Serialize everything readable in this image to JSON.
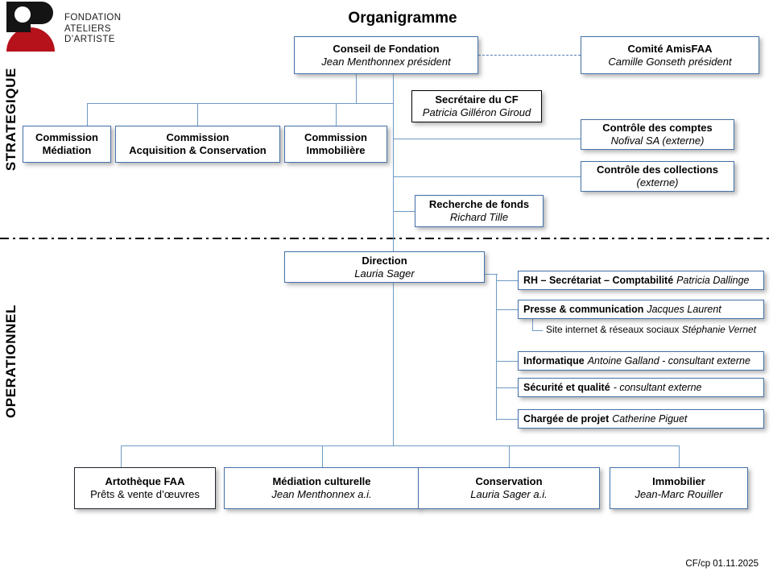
{
  "document": {
    "title": "Organigramme",
    "footer": "CF/cp 01.11.2025"
  },
  "logo": {
    "line1": "FONDATION",
    "line2": "ATELIERS",
    "line3": "D’ARTISTE",
    "full_text": "FONDATION\nATELIERS\nD’ARTISTE",
    "mark_colors": {
      "black": "#141414",
      "red": "#b5121b"
    }
  },
  "sections": {
    "strategique": "STRATEGIQUE",
    "operationnel": "OPERATIONNEL"
  },
  "colors": {
    "box_border_blue": "#4472a8",
    "box_border_dark": "#20262e",
    "connector_blue": "#6e9bc5",
    "text": "#000000"
  },
  "strategic": {
    "conseil": {
      "title": "Conseil de Fondation",
      "person": "Jean Menthonnex président"
    },
    "comite": {
      "title": "Comité AmisFAA",
      "person": "Camille Gonseth président"
    },
    "secretaire": {
      "title": "Secrétaire du CF",
      "person": "Patricia Gilléron Giroud"
    },
    "commissions": [
      {
        "title": "Commission",
        "subtitle": "Médiation"
      },
      {
        "title": "Commission",
        "subtitle": "Acquisition & Conservation"
      },
      {
        "title": "Commission",
        "subtitle": "Immobilière"
      }
    ],
    "controles": [
      {
        "title": "Contrôle des comptes",
        "person": "Nofival SA (externe)"
      },
      {
        "title": "Contrôle des collections",
        "person": "(externe)"
      }
    ],
    "recherche": {
      "title": "Recherche de fonds",
      "person": "Richard Tille"
    }
  },
  "operational": {
    "direction": {
      "title": "Direction",
      "person": "Lauria Sager"
    },
    "staff": [
      {
        "role": "RH – Secrétariat – Comptabilité",
        "person": "Patricia Dallinge"
      },
      {
        "role": "Presse & communication",
        "person": "Jacques Laurent"
      },
      {
        "role": "Informatique",
        "person": "Antoine Galland - consultant externe"
      },
      {
        "role": "Sécurité et qualité",
        "person": "- consultant externe"
      },
      {
        "role": "Chargée de projet",
        "person": "Catherine Piguet"
      }
    ],
    "sub_item": {
      "role": "Site internet & réseaux sociaux",
      "person": "Stéphanie Vernet"
    },
    "units": [
      {
        "title": "Artothèque FAA",
        "person": "Prêts & vente d’œuvres"
      },
      {
        "title": "Médiation culturelle",
        "person": "Jean Menthonnex a.i."
      },
      {
        "title": "Conservation",
        "person": "Lauria Sager a.i."
      },
      {
        "title": "Immobilier",
        "person": "Jean-Marc Rouiller"
      }
    ]
  }
}
